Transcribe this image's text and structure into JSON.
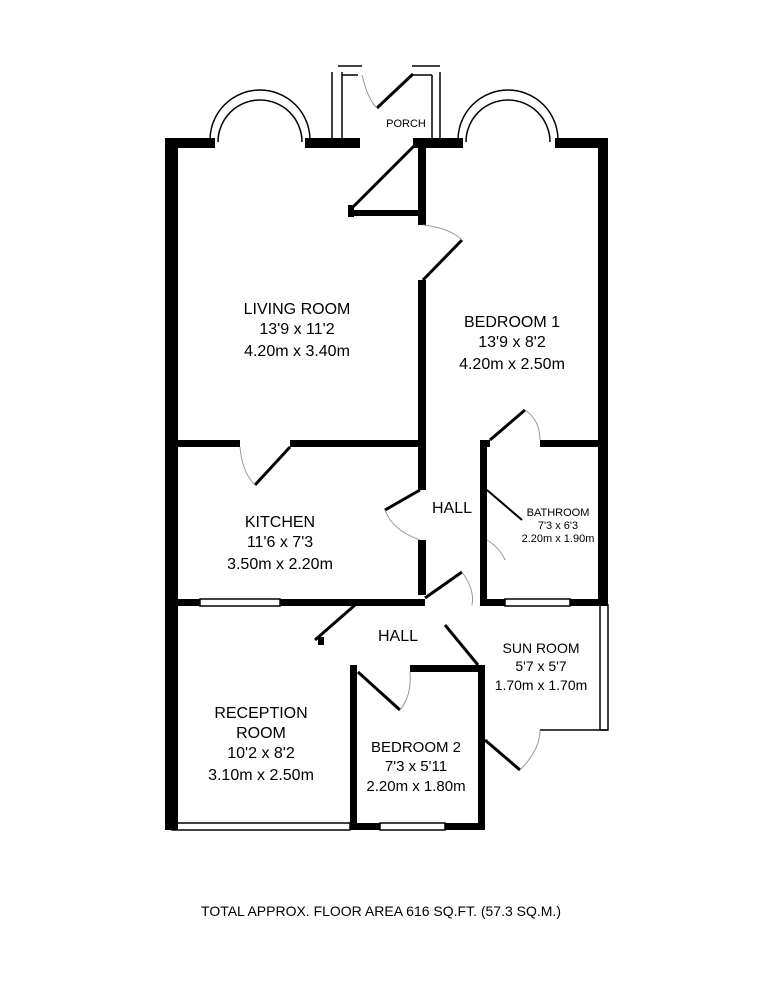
{
  "rooms": {
    "porch": {
      "name": "PORCH"
    },
    "living_room": {
      "name": "LIVING ROOM",
      "imperial": "13'9 x 11'2",
      "metric": "4.20m x 3.40m"
    },
    "bedroom_1": {
      "name": "BEDROOM 1",
      "imperial": "13'9 x 8'2",
      "metric": "4.20m x 2.50m"
    },
    "kitchen": {
      "name": "KITCHEN",
      "imperial": "11'6 x 7'3",
      "metric": "3.50m x 2.20m"
    },
    "hall_upper": {
      "name": "HALL"
    },
    "bathroom": {
      "name": "BATHROOM",
      "imperial": "7'3 x 6'3",
      "metric": "2.20m x 1.90m"
    },
    "hall_lower": {
      "name": "HALL"
    },
    "sun_room": {
      "name": "SUN ROOM",
      "imperial": "5'7 x 5'7",
      "metric": "1.70m x 1.70m"
    },
    "reception_room": {
      "name": "RECEPTION",
      "name2": "ROOM",
      "imperial": "10'2 x 8'2",
      "metric": "3.10m x 2.50m"
    },
    "bedroom_2": {
      "name": "BEDROOM 2",
      "imperial": "7'3 x 5'11",
      "metric": "2.20m x 1.80m"
    }
  },
  "footer": {
    "total_area": "TOTAL APPROX. FLOOR AREA 616 SQ.FT. (57.3 SQ.M.)"
  }
}
